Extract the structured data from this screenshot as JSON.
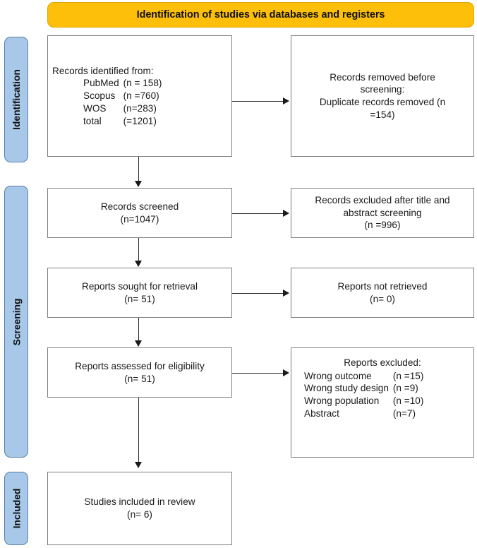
{
  "diagram": {
    "type": "prisma-flow-diagram",
    "banner": {
      "title": "Identification of studies via databases and registers",
      "color": "#FDBF09"
    },
    "phase_tabs": [
      {
        "label": "Identification",
        "color": "#A8C8E9"
      },
      {
        "label": "Screening",
        "color": "#A8C8E9"
      },
      {
        "label": "Included",
        "color": "#A8C8E9"
      }
    ],
    "boxes": {
      "identified": {
        "heading": "Records identified from:",
        "sources": [
          {
            "name": "PubMed",
            "count": "(n = 158)"
          },
          {
            "name": "Scopus",
            "count": "(n =760)"
          },
          {
            "name": "WOS",
            "count": "(n=283)"
          },
          {
            "name": "total",
            "count": "(=1201)"
          }
        ]
      },
      "removed_before_screening": {
        "line1": "Records removed before",
        "line2": "screening:",
        "line3": "Duplicate records removed (n",
        "line4": "=154)"
      },
      "records_screened": {
        "line1": "Records screened",
        "line2": "(n=1047)"
      },
      "records_excluded": {
        "line1": "Records excluded after title and",
        "line2": "abstract screening",
        "line3": "(n =996)"
      },
      "reports_sought": {
        "line1": "Reports sought for retrieval",
        "line2": "(n= 51)"
      },
      "reports_not_retrieved": {
        "line1": "Reports not retrieved",
        "line2": "(n= 0)"
      },
      "reports_assessed": {
        "line1": "Reports assessed for eligibility",
        "line2": "(n= 51)"
      },
      "reports_excluded": {
        "heading": "Reports excluded:",
        "reasons": [
          {
            "name": "Wrong outcome",
            "count": "(n =15)"
          },
          {
            "name": "Wrong study design",
            "count": "(n =9)"
          },
          {
            "name": "Wrong population",
            "count": "(n =10)"
          },
          {
            "name": "Abstract",
            "count": "(n=7)"
          }
        ]
      },
      "studies_included": {
        "line1": "Studies included in review",
        "line2": "(n= 6)"
      }
    }
  }
}
